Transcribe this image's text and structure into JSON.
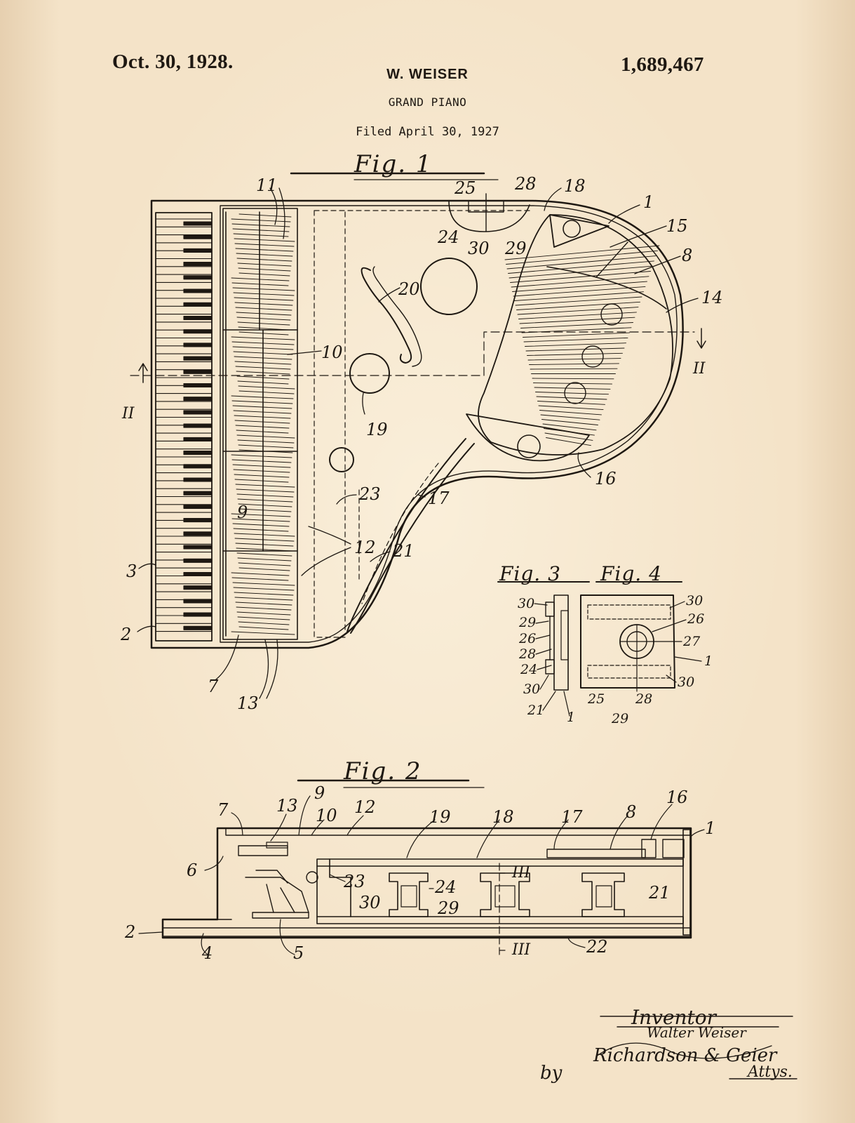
{
  "header": {
    "date": "Oct. 30, 1928.",
    "patent_number": "1,689,467",
    "inventor": "W. WEISER",
    "title": "GRAND PIANO",
    "filed": "Filed April 30, 1927"
  },
  "figures": {
    "fig1": {
      "label": "Fig. 1",
      "refs": [
        "11",
        "25",
        "28",
        "18",
        "1",
        "15",
        "8",
        "14",
        "20",
        "10",
        "II",
        "19",
        "9",
        "23",
        "12",
        "17",
        "21",
        "16",
        "3",
        "2",
        "7",
        "13",
        "24",
        "30",
        "29",
        "II"
      ]
    },
    "fig3": {
      "label": "Fig. 3",
      "refs": [
        "30",
        "29",
        "26",
        "28",
        "24",
        "30",
        "21",
        "1",
        "25",
        "29"
      ]
    },
    "fig4": {
      "label": "Fig. 4",
      "refs": [
        "30",
        "26",
        "27",
        "1",
        "30",
        "28"
      ]
    },
    "fig2": {
      "label": "Fig. 2",
      "refs": [
        "7",
        "13",
        "9",
        "10",
        "12",
        "19",
        "18",
        "17",
        "8",
        "16",
        "1",
        "6",
        "23",
        "24",
        "30",
        "29",
        "21",
        "III",
        "III",
        "2",
        "4",
        "5",
        "22"
      ]
    }
  },
  "signature": {
    "inventor_label": "Inventor",
    "inventor_name": "Walter Weiser",
    "attorney_signature": "Richardson & Geier",
    "by_label": "by",
    "attys_label": "Attys."
  }
}
